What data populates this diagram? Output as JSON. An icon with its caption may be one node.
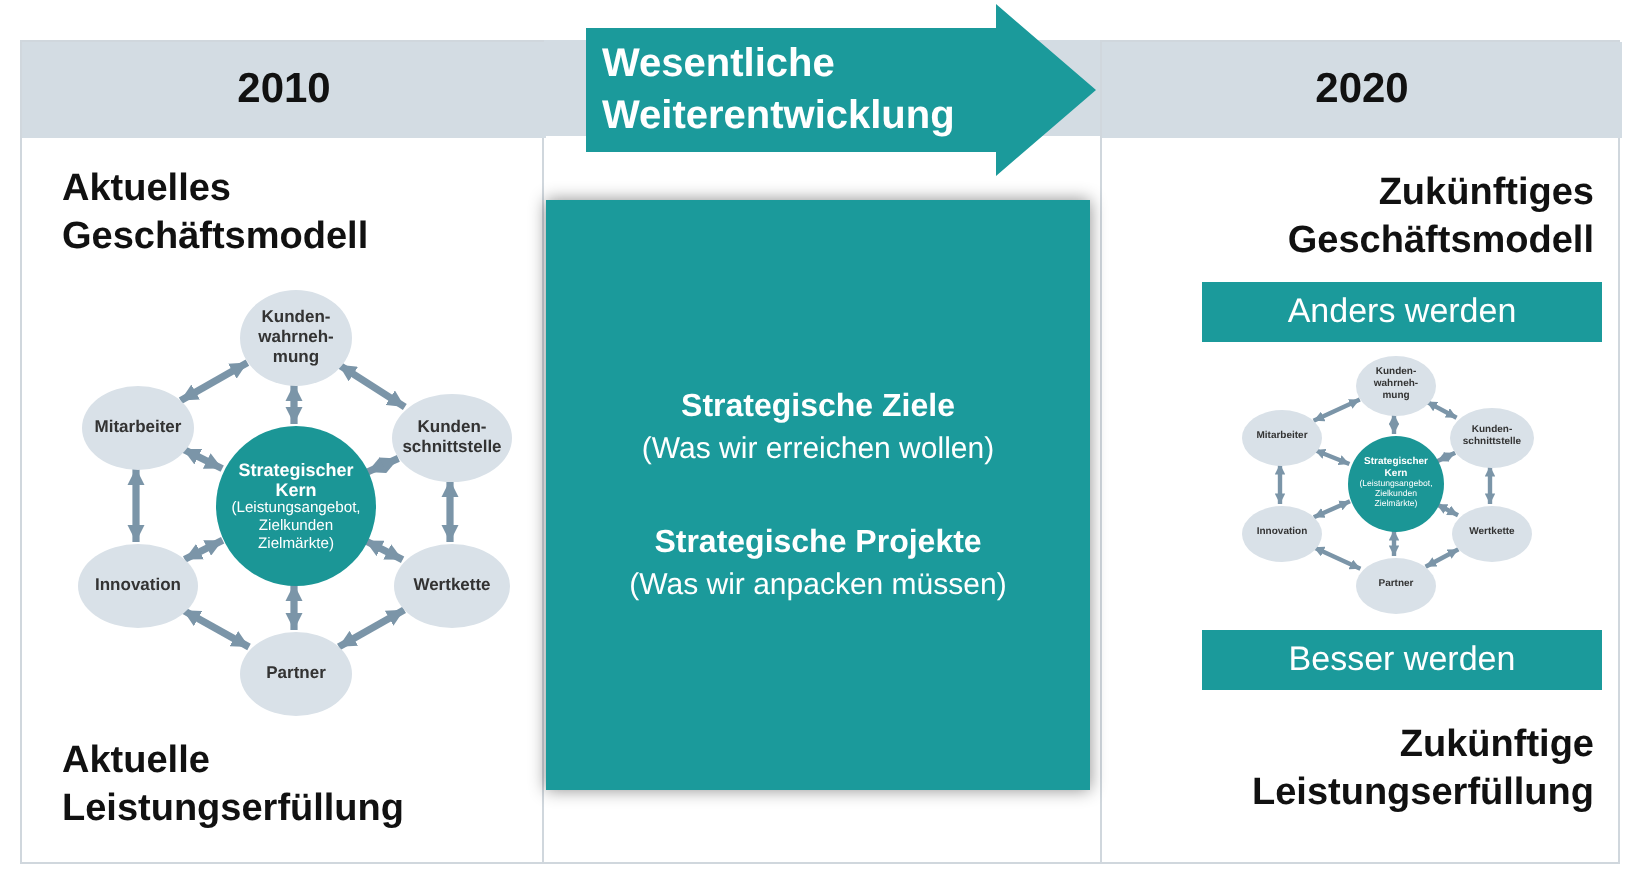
{
  "diagram": {
    "nodes": [
      {
        "text": [
          "2010",
          "Aktuelles Geschäftsmodell",
          "Aktuelle Leistungserfüllung"
        ]
      },
      {
        "text": [
          "Kunden- wahrneh- mung"
        ],
        "in": 0
      },
      {
        "text": [
          "Mitarbeiter"
        ],
        "in": 0
      },
      {
        "text": [
          "Kunden- schnittstelle"
        ],
        "in": 0
      },
      {
        "text": [
          "Strategischer Kern",
          "(Leistungsangebot, Zielkunden Zielmärkte)"
        ],
        "in": 0
      },
      {
        "text": [
          "Innovation"
        ],
        "in": 0
      },
      {
        "text": [
          "Wertkette"
        ],
        "in": 0
      },
      {
        "text": [
          "Partner"
        ],
        "in": 0
      },
      {
        "text": [
          "Wesentliche Weiterentwicklung"
        ]
      },
      {
        "text": [
          "Strategische Ziele",
          "(Was wir erreichen wollen)",
          "Strategische Projekte",
          "(Was wir anpacken müssen)"
        ]
      },
      {
        "text": [
          "2020",
          "Zukünftiges Geschäftsmodell",
          "Zukünftige Leistungserfüllung"
        ]
      },
      {
        "text": [
          "Anders werden"
        ],
        "in": 10
      },
      {
        "text": [
          "Kunden- wahrneh- mung"
        ],
        "in": 10
      },
      {
        "text": [
          "Mitarbeiter"
        ],
        "in": 10
      },
      {
        "text": [
          "Kunden- schnittstelle"
        ],
        "in": 10
      },
      {
        "text": [
          "Strategischer Kern",
          "(Leistungsangebot, Zielkunden Zielmärkte)"
        ],
        "in": 10
      },
      {
        "text": [
          "Innovation"
        ],
        "in": 10
      },
      {
        "text": [
          "Wertkette"
        ],
        "in": 10
      },
      {
        "text": [
          "Partner"
        ],
        "in": 10
      },
      {
        "text": [
          "Besser werden"
        ],
        "in": 10
      }
    ],
    "edges": [
      {
        "from": 1,
        "to": 3,
        "arrow": "both"
      },
      {
        "from": 3,
        "to": 6,
        "arrow": "both"
      },
      {
        "from": 6,
        "to": 7,
        "arrow": "both"
      },
      {
        "from": 7,
        "to": 5,
        "arrow": "both"
      },
      {
        "from": 5,
        "to": 2,
        "arrow": "both"
      },
      {
        "from": 2,
        "to": 1,
        "arrow": "both"
      },
      {
        "from": 4,
        "to": 1,
        "arrow": "both"
      },
      {
        "from": 4,
        "to": 3,
        "arrow": "both"
      },
      {
        "from": 4,
        "to": 6,
        "arrow": "both"
      },
      {
        "from": 4,
        "to": 7,
        "arrow": "both"
      },
      {
        "from": 4,
        "to": 5,
        "arrow": "both"
      },
      {
        "from": 4,
        "to": 2,
        "arrow": "both"
      },
      {
        "from": 12,
        "to": 14,
        "arrow": "both"
      },
      {
        "from": 14,
        "to": 17,
        "arrow": "both"
      },
      {
        "from": 17,
        "to": 18,
        "arrow": "both"
      },
      {
        "from": 18,
        "to": 16,
        "arrow": "both"
      },
      {
        "from": 16,
        "to": 13,
        "arrow": "both"
      },
      {
        "from": 13,
        "to": 12,
        "arrow": "both"
      },
      {
        "from": 15,
        "to": 12,
        "arrow": "both"
      },
      {
        "from": 15,
        "to": 14,
        "arrow": "both"
      },
      {
        "from": 15,
        "to": 17,
        "arrow": "both"
      },
      {
        "from": 15,
        "to": 18,
        "arrow": "both"
      },
      {
        "from": 15,
        "to": 16,
        "arrow": "both"
      },
      {
        "from": 15,
        "to": 13,
        "arrow": "both"
      }
    ]
  }
}
